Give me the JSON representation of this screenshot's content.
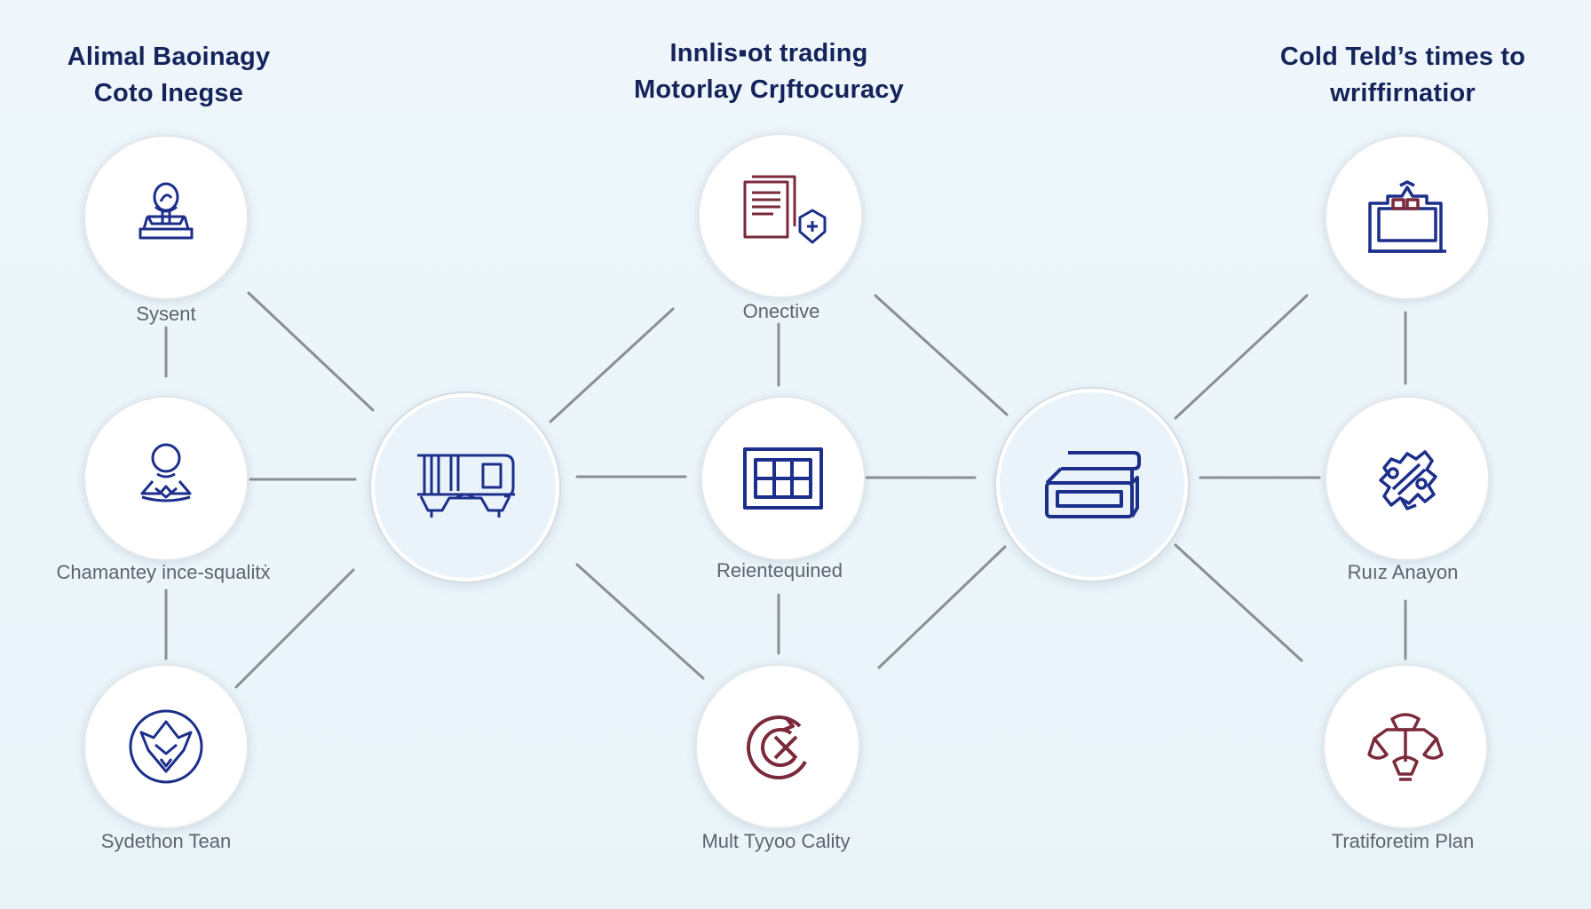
{
  "headings": {
    "left": [
      "Alimal Baoinagy",
      "Coto Inegse"
    ],
    "center": [
      "Innlis▪ot trading",
      "Motorlay Crȷftocuracy"
    ],
    "right": [
      "Cold Teld’s times to",
      "wriffirnatior"
    ]
  },
  "labels": {
    "left_top": "Sysent",
    "left_mid": "Chamantey ince-squalitẋ",
    "left_bot": "Sydethon Tean",
    "center_top": "Onective",
    "center_mid": "Reientequined",
    "center_bot": "Mult Tyyoo Cality",
    "right_mid": "Ruız Anayon",
    "right_bot": "Tratiforetim Plan"
  },
  "colors": {
    "navy": "#1c2f8a",
    "maroon": "#7a2a3a",
    "line": "#8a8f95",
    "heading": "#14245a"
  },
  "icons": {
    "left_top": "person-at-desk-icon",
    "left_mid": "person-meditating-icon",
    "left_bot": "fox-shield-icon",
    "hub_left": "hand-circuit-icon",
    "center_top": "document-shield-icon",
    "center_mid": "grid-table-icon",
    "center_bot": "crypto-coin-icon",
    "hub_right": "stacked-card-icon",
    "right_top": "building-id-icon",
    "right_mid": "gear-chain-icon",
    "right_bot": "scales-balance-icon"
  }
}
